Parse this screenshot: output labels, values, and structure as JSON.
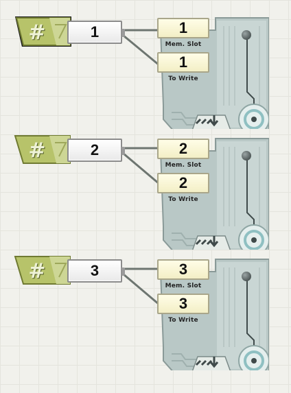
{
  "blocks": [
    {
      "number_value": "1",
      "number_icon": "hash-icon",
      "selected": true,
      "memory": {
        "slot_value": "1",
        "slot_label": "Mem. Slot",
        "write_value": "1",
        "write_label": "To Write"
      }
    },
    {
      "number_value": "2",
      "number_icon": "hash-icon",
      "selected": false,
      "memory": {
        "slot_value": "2",
        "slot_label": "Mem. Slot",
        "write_value": "2",
        "write_label": "To Write"
      }
    },
    {
      "number_value": "3",
      "number_icon": "hash-icon",
      "selected": false,
      "memory": {
        "slot_value": "3",
        "slot_label": "Mem. Slot",
        "write_value": "3",
        "write_label": "To Write"
      }
    }
  ],
  "colors": {
    "number_block_green": "#b7c36a",
    "number_block_dark": "#6f7a32",
    "memory_panel": "#b9c8c6",
    "slot_fill": "#fbf8dc",
    "canvas": "#f1f1ec"
  }
}
